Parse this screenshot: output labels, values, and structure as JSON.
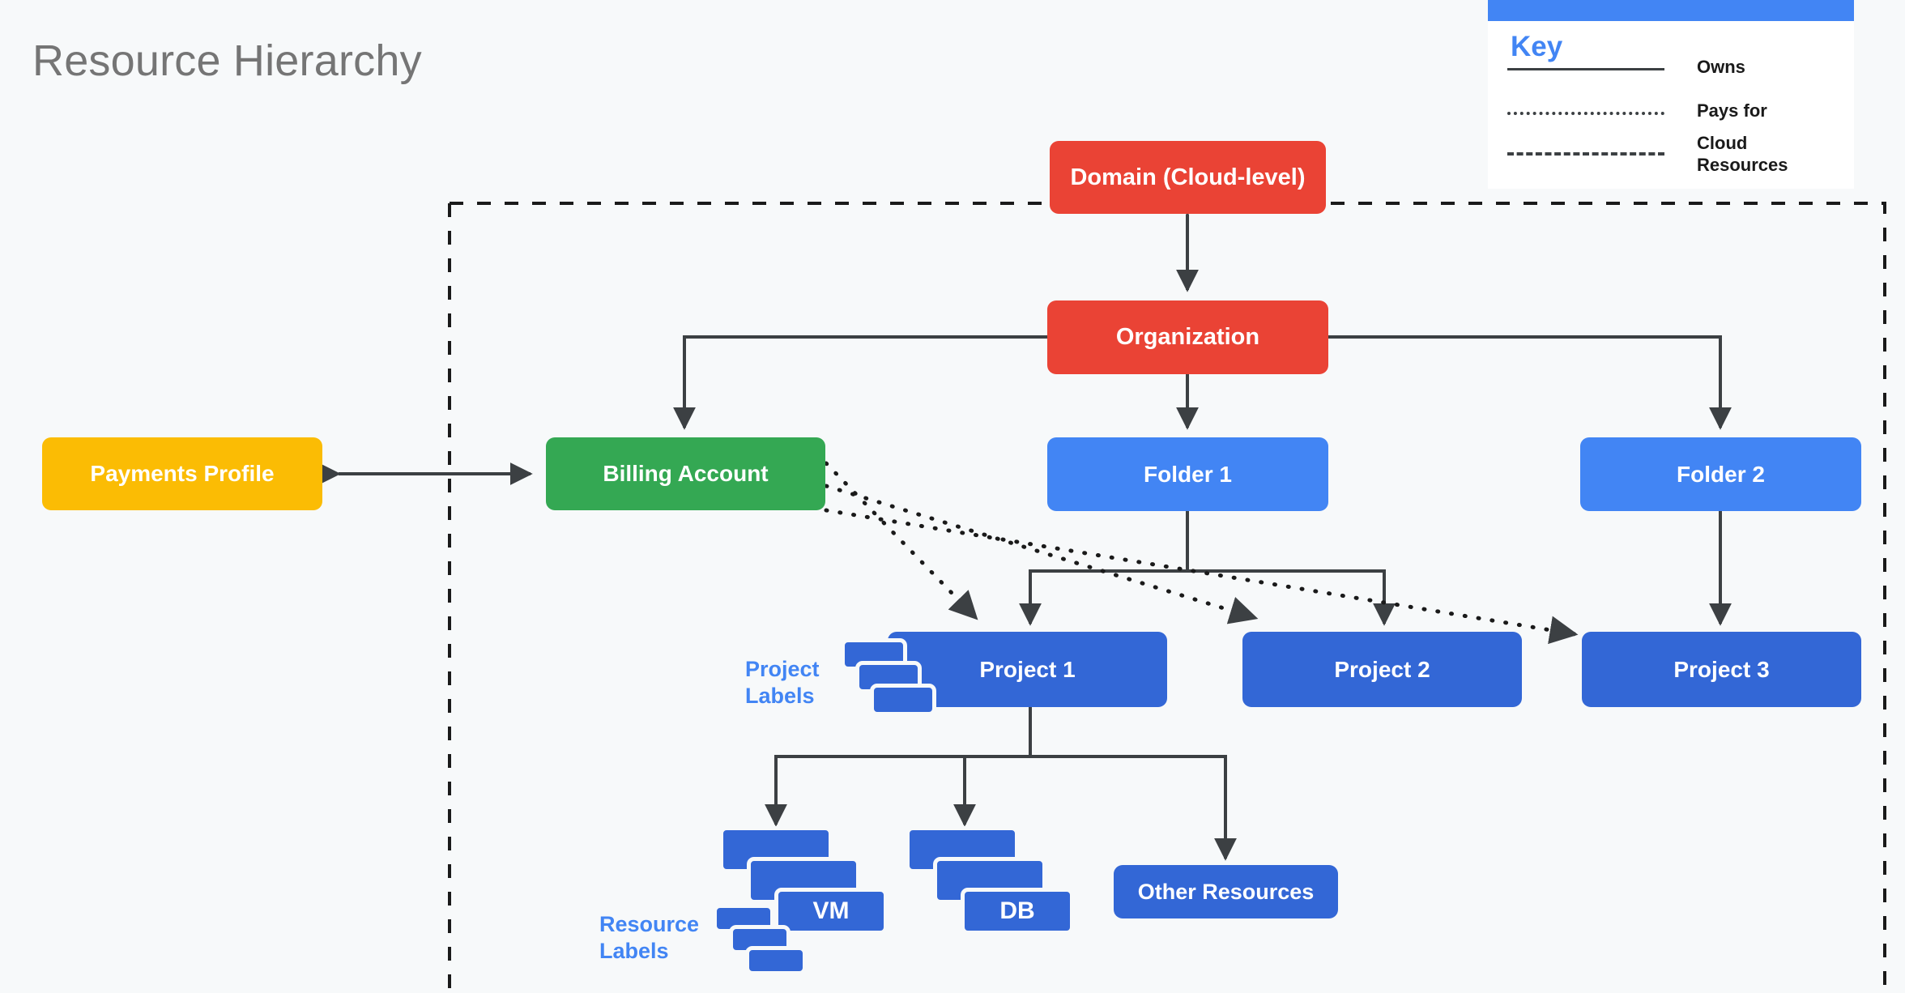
{
  "title": "Resource Hierarchy",
  "colors": {
    "background": "#F7F9FA",
    "title_text": "#757575",
    "red": "#EA4335",
    "green": "#34A853",
    "yellow": "#FBBC04",
    "blue": "#4285F4",
    "dark_blue": "#3367D6",
    "edge": "#3C4043",
    "label_text": "#4285F4"
  },
  "key": {
    "heading": "Key",
    "entries": [
      {
        "style": "solid",
        "label": "Owns"
      },
      {
        "style": "dotted",
        "label": "Pays for"
      },
      {
        "style": "dashed",
        "label": "Cloud Resources"
      }
    ]
  },
  "nodes": {
    "domain": "Domain (Cloud-level)",
    "organization": "Organization",
    "payments_profile": "Payments Profile",
    "billing_account": "Billing Account",
    "folder_1": "Folder 1",
    "folder_2": "Folder 2",
    "project_1": "Project 1",
    "project_2": "Project 2",
    "project_3": "Project 3",
    "vm": "VM",
    "db": "DB",
    "other_resources": "Other Resources"
  },
  "labels": {
    "project_labels_line1": "Project",
    "project_labels_line2": "Labels",
    "resource_labels_line1": "Resource",
    "resource_labels_line2": "Labels"
  },
  "edges": [
    {
      "from": "domain",
      "to": "organization",
      "style": "solid",
      "arrows": "both",
      "meaning": "Owns"
    },
    {
      "from": "payments_profile",
      "to": "billing_account",
      "style": "solid",
      "arrows": "both",
      "meaning": "Owns"
    },
    {
      "from": "organization",
      "to": "billing_account",
      "style": "solid",
      "arrows": "end",
      "meaning": "Owns"
    },
    {
      "from": "organization",
      "to": "folder_1",
      "style": "solid",
      "arrows": "end",
      "meaning": "Owns"
    },
    {
      "from": "organization",
      "to": "folder_2",
      "style": "solid",
      "arrows": "end",
      "meaning": "Owns"
    },
    {
      "from": "folder_1",
      "to": "project_1",
      "style": "solid",
      "arrows": "end",
      "meaning": "Owns"
    },
    {
      "from": "folder_1",
      "to": "project_2",
      "style": "solid",
      "arrows": "end",
      "meaning": "Owns"
    },
    {
      "from": "folder_2",
      "to": "project_3",
      "style": "solid",
      "arrows": "end",
      "meaning": "Owns"
    },
    {
      "from": "project_1",
      "to": "vm",
      "style": "solid",
      "arrows": "end",
      "meaning": "Owns"
    },
    {
      "from": "project_1",
      "to": "db",
      "style": "solid",
      "arrows": "end",
      "meaning": "Owns"
    },
    {
      "from": "project_1",
      "to": "other_resources",
      "style": "solid",
      "arrows": "end",
      "meaning": "Owns"
    },
    {
      "from": "billing_account",
      "to": "project_1",
      "style": "dotted",
      "arrows": "end",
      "meaning": "Pays for"
    },
    {
      "from": "billing_account",
      "to": "project_2",
      "style": "dotted",
      "arrows": "end",
      "meaning": "Pays for"
    },
    {
      "from": "billing_account",
      "to": "project_3",
      "style": "dotted",
      "arrows": "end",
      "meaning": "Pays for"
    }
  ],
  "cloud_boundary": {
    "style": "dashed",
    "meaning": "Cloud Resources"
  }
}
